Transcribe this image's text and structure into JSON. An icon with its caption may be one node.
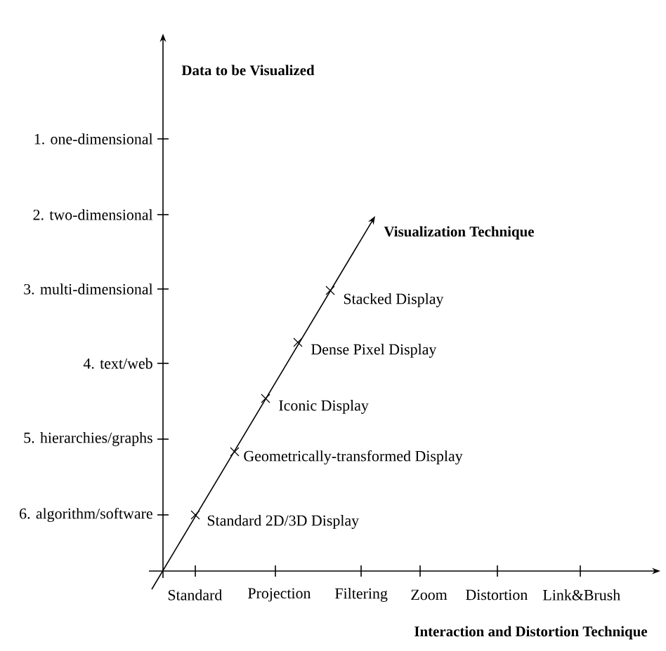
{
  "diagram": {
    "labels": [
      "Data to be Visualized",
      "1. one-dimensional",
      "2. two-dimensional",
      "Visualization Technique",
      "3. multi-dimensional",
      "Stacked Display",
      "Dense Pixel Display",
      "4. text/web",
      "Iconic Display",
      "5. hierarchies/graphs",
      "Geometrically-transformed Display",
      "6. algorithm/software",
      "Standard 2D/3D Display",
      "Standard",
      "Projection",
      "Filtering",
      "Zoom",
      "Distortion",
      "Link&Brush",
      "Interaction and Distortion Technique"
    ]
  }
}
